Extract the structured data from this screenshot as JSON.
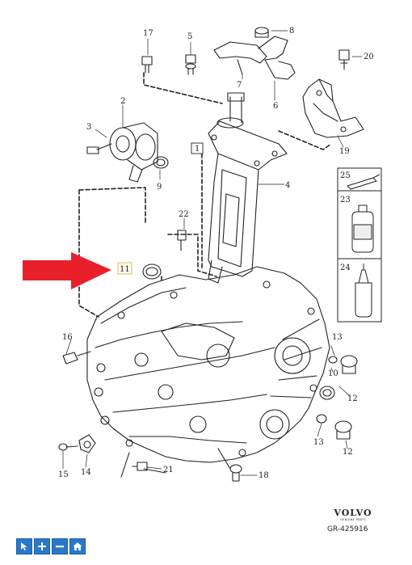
{
  "callouts": {
    "c1": "1",
    "c2": "2",
    "c3": "3",
    "c4": "4",
    "c5": "5",
    "c6": "6",
    "c7": "7",
    "c8": "8",
    "c9": "9",
    "c10": "10",
    "c11": "11",
    "c12a": "12",
    "c12b": "12",
    "c13a": "13",
    "c13b": "13",
    "c14": "14",
    "c15": "15",
    "c16": "16",
    "c17": "17",
    "c18": "18",
    "c19": "19",
    "c20": "20",
    "c21": "21",
    "c22": "22",
    "c23": "23",
    "c24": "24",
    "c25": "25"
  },
  "brand": {
    "name": "VOLVO",
    "sub": "GENUINE PARTS",
    "reference": "GR-425916"
  },
  "toolbar": {
    "select_icon": "cursor-select-icon",
    "zoom_in_icon": "zoom-in-icon",
    "zoom_out_icon": "zoom-out-icon",
    "home_icon": "home-icon"
  },
  "colors": {
    "arrow": "#e8202a",
    "toolbar": "#2a78c8",
    "line": "#222222"
  }
}
